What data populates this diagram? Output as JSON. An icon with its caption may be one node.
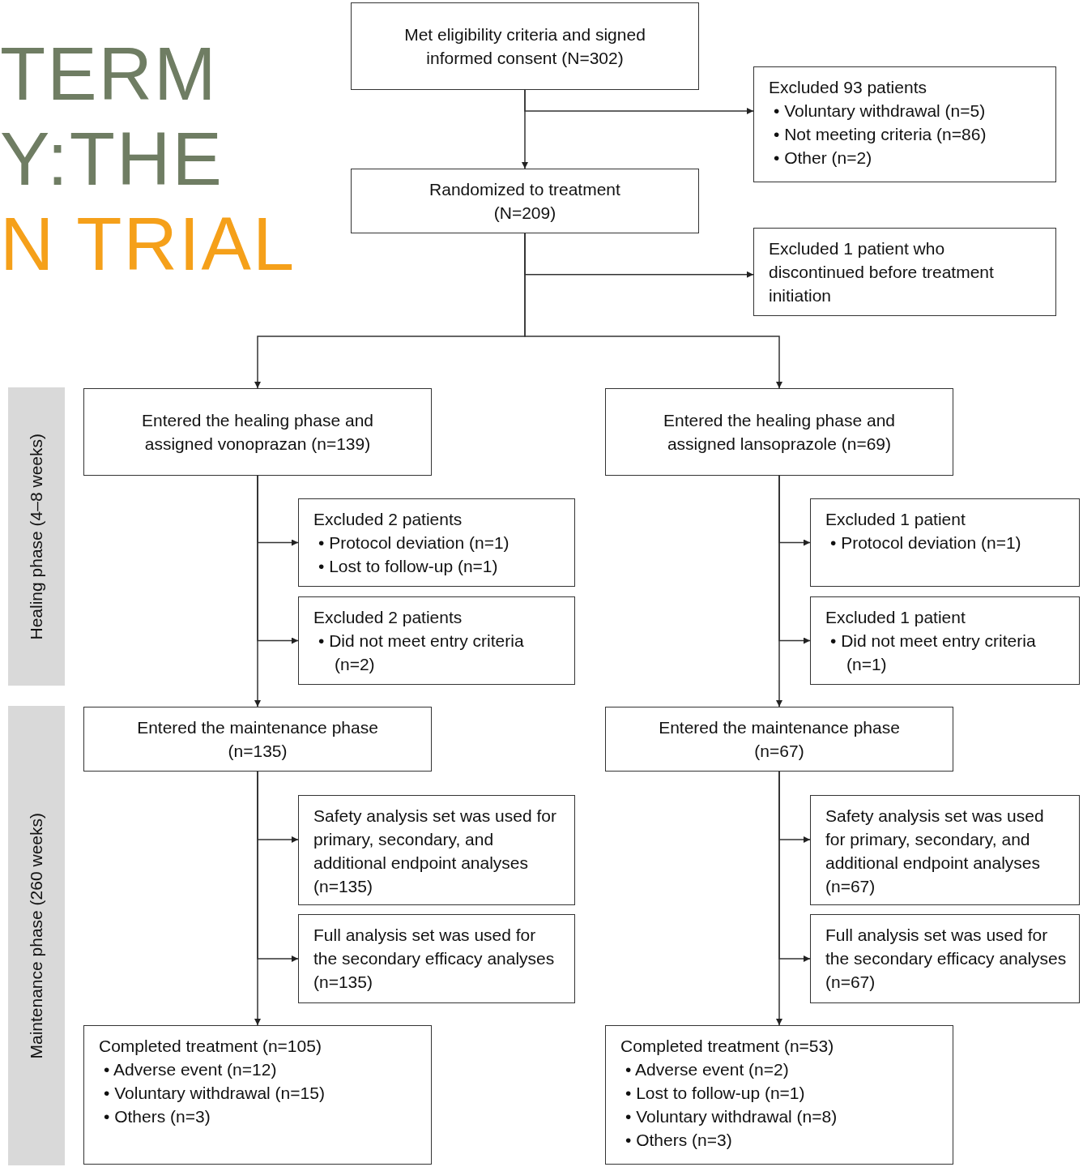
{
  "diagram": {
    "nodes": [
      {
        "text": [
          "Met eligibility criteria and signed informed consent (N=302)"
        ]
      },
      {
        "text": [
          "Excluded 93 patients",
          "• Voluntary withdrawal (n=5)",
          "• Not meeting criteria (n=86)",
          "• Other (n=2)"
        ]
      },
      {
        "text": [
          "Randomized to treatment (N=209)"
        ]
      },
      {
        "text": [
          "Excluded 1 patient who discontinued before treatment initiation"
        ]
      },
      {
        "text": [
          "Healing phase (4–8 weeks)"
        ]
      },
      {
        "text": [
          "Entered the healing phase and assigned vonoprazan (n=139)"
        ]
      },
      {
        "text": [
          "Excluded 2 patients",
          "• Protocol deviation (n=1)",
          "• Lost to follow-up (n=1)"
        ]
      },
      {
        "text": [
          "Excluded 2 patients",
          "• Did not meet entry criteria (n=2)"
        ]
      },
      {
        "text": [
          "Entered the healing phase and assigned lansoprazole (n=69)"
        ]
      },
      {
        "text": [
          "Excluded 1 patient",
          "• Protocol deviation (n=1)"
        ]
      },
      {
        "text": [
          "Excluded 1 patient",
          "• Did not meet entry criteria (n=1)"
        ]
      },
      {
        "text": [
          "Maintenance phase (260 weeks)"
        ]
      },
      {
        "text": [
          "Entered the maintenance phase (n=135)"
        ]
      },
      {
        "text": [
          "Safety analysis set was used for primary, secondary, and additional endpoint analyses (n=135)"
        ]
      },
      {
        "text": [
          "Full analysis set was used for the secondary efficacy analyses (n=135)"
        ]
      },
      {
        "text": [
          "Completed treatment (n=105)",
          "• Adverse event (n=12)",
          "• Voluntary withdrawal (n=15)",
          "• Others (n=3)"
        ]
      },
      {
        "text": [
          "Entered the maintenance phase (n=67)"
        ]
      },
      {
        "text": [
          "Safety analysis set was used for primary, secondary, and additional endpoint analyses (n=67)"
        ]
      },
      {
        "text": [
          "Full analysis set was used for the secondary efficacy analyses (n=67)"
        ]
      },
      {
        "text": [
          "Completed treatment (n=53)",
          "• Adverse event (n=2)",
          "• Lost to follow-up (n=1)",
          "• Voluntary withdrawal (n=8)",
          "• Others (n=3)"
        ]
      }
    ],
    "edges": [
      {
        "from": 0,
        "to": 1,
        "arrow": "to"
      },
      {
        "from": 0,
        "to": 2,
        "arrow": "to"
      },
      {
        "from": 2,
        "to": 3,
        "arrow": "to"
      },
      {
        "from": 2,
        "to": 5,
        "arrow": "to"
      },
      {
        "from": 2,
        "to": 8,
        "arrow": "to"
      },
      {
        "from": 5,
        "to": 6,
        "arrow": "to"
      },
      {
        "from": 5,
        "to": 7,
        "arrow": "to"
      },
      {
        "from": 5,
        "to": 12,
        "arrow": "to"
      },
      {
        "from": 8,
        "to": 9,
        "arrow": "to"
      },
      {
        "from": 8,
        "to": 10,
        "arrow": "to"
      },
      {
        "from": 8,
        "to": 16,
        "arrow": "to"
      },
      {
        "from": 12,
        "to": 13,
        "arrow": "to"
      },
      {
        "from": 12,
        "to": 14,
        "arrow": "to"
      },
      {
        "from": 12,
        "to": 15,
        "arrow": "to"
      },
      {
        "from": 16,
        "to": 17,
        "arrow": "to"
      },
      {
        "from": 16,
        "to": 18,
        "arrow": "to"
      },
      {
        "from": 16,
        "to": 19,
        "arrow": "to"
      }
    ],
    "labels": [
      "TERM",
      "Y:THE",
      "N TRIAL"
    ]
  }
}
